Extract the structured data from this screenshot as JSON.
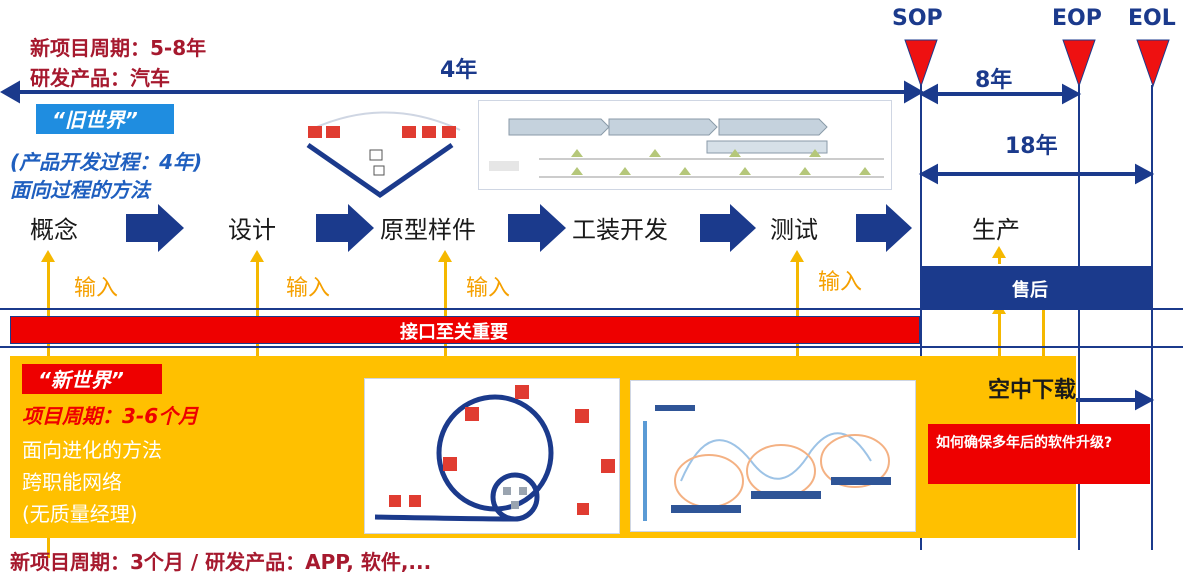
{
  "milestones": {
    "sop": "SOP",
    "eop": "EOP",
    "eol": "EOL"
  },
  "header": {
    "cycle_old": "新项目周期：5-8年",
    "product_old": "研发产品：汽车",
    "span_4y": "4年",
    "span_8y": "8年",
    "span_18y": "18年"
  },
  "old_world": {
    "tag": "“旧世界”",
    "desc1": "(产品开发过程：4年)",
    "desc2": "面向过程的方法"
  },
  "steps": [
    "概念",
    "设计",
    "原型样件",
    "工装开发",
    "测试",
    "生产"
  ],
  "input_label": "输入",
  "after_sales": "售后",
  "interface_bar": "接口至关重要",
  "ota": "空中下载",
  "new_world": {
    "tag": "“新世界”",
    "cycle": "项目周期：3-6个月",
    "line1": "面向进化的方法",
    "line2": "跨职能网络",
    "line3": "(无质量经理)"
  },
  "question": "如何确保多年后的软件升级?",
  "footer": "新项目周期：3个月 / 研发产品：APP, 软件,...",
  "colors": {
    "navy": "#1b3a8c",
    "red": "#ee0000",
    "yellow": "#ffc000",
    "darkred": "#a6192e",
    "tagblue": "#1f8de0"
  }
}
